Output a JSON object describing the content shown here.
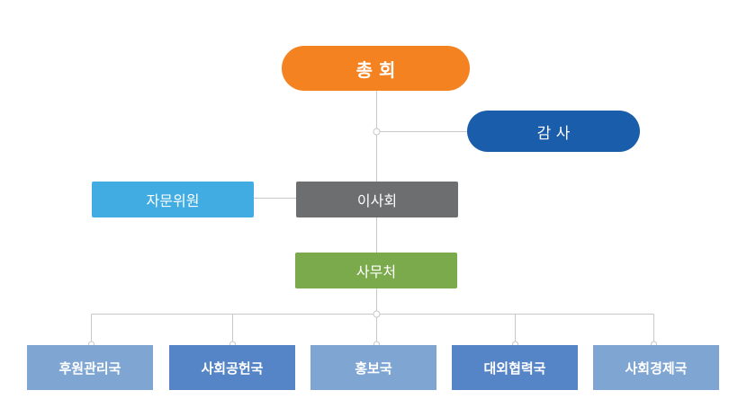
{
  "nodes": {
    "general_assembly": {
      "label": "총 회",
      "color": "#F58220"
    },
    "audit": {
      "label": "감 사",
      "color": "#1A5DAB"
    },
    "advisory": {
      "label": "자문위원",
      "color": "#41ACE2"
    },
    "board": {
      "label": "이사회",
      "color": "#6D6E70"
    },
    "secretariat": {
      "label": "사무처",
      "color": "#7BAA4C"
    }
  },
  "departments": [
    {
      "label": "후원관리국",
      "color": "#7FA6D2"
    },
    {
      "label": "사회공헌국",
      "color": "#5585C6"
    },
    {
      "label": "홍보국",
      "color": "#7FA6D2"
    },
    {
      "label": "대외협력국",
      "color": "#5585C6"
    },
    {
      "label": "사회경제국",
      "color": "#7FA6D2"
    }
  ],
  "connector_color": "#C8C8C8"
}
